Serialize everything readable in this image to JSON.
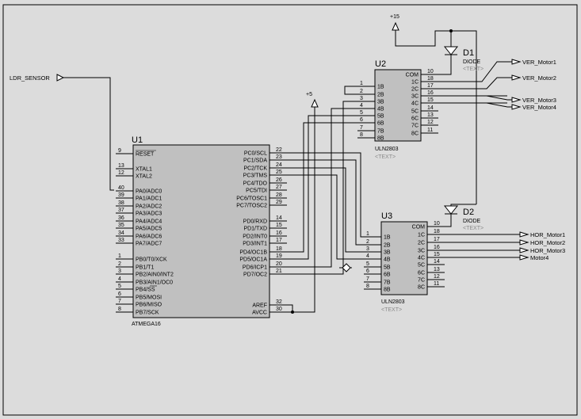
{
  "inputs": {
    "ldr_sensor": "LDR_SENSOR"
  },
  "power": {
    "v15": "+15",
    "v5": "+5"
  },
  "u1": {
    "ref": "U1",
    "part": "ATMEGA16",
    "left_pins": [
      {
        "num": "9",
        "name": "RESET"
      },
      {
        "num": "13",
        "name": "XTAL1"
      },
      {
        "num": "12",
        "name": "XTAL2"
      },
      {
        "num": "40",
        "name": "PA0/ADC0"
      },
      {
        "num": "39",
        "name": "PA1/ADC1"
      },
      {
        "num": "38",
        "name": "PA2/ADC2"
      },
      {
        "num": "37",
        "name": "PA3/ADC3"
      },
      {
        "num": "36",
        "name": "PA4/ADC4"
      },
      {
        "num": "35",
        "name": "PA5/ADC5"
      },
      {
        "num": "34",
        "name": "PA6/ADC6"
      },
      {
        "num": "33",
        "name": "PA7/ADC7"
      },
      {
        "num": "1",
        "name": "PB0/T0/XCK"
      },
      {
        "num": "2",
        "name": "PB1/T1"
      },
      {
        "num": "3",
        "name": "PB2/AIN0/INT2"
      },
      {
        "num": "4",
        "name": "PB3/AIN1/OC0"
      },
      {
        "num": "5",
        "name": "PB4/SS"
      },
      {
        "num": "6",
        "name": "PB5/MOSI"
      },
      {
        "num": "7",
        "name": "PB6/MISO"
      },
      {
        "num": "8",
        "name": "PB7/SCK"
      }
    ],
    "right_pins": [
      {
        "num": "22",
        "name": "PC0/SCL"
      },
      {
        "num": "23",
        "name": "PC1/SDA"
      },
      {
        "num": "24",
        "name": "PC2/TCK"
      },
      {
        "num": "25",
        "name": "PC3/TMS"
      },
      {
        "num": "26",
        "name": "PC4/TDO"
      },
      {
        "num": "27",
        "name": "PC5/TDI"
      },
      {
        "num": "28",
        "name": "PC6/TOSC1"
      },
      {
        "num": "29",
        "name": "PC7/TOSC2"
      },
      {
        "num": "14",
        "name": "PD0/RXD"
      },
      {
        "num": "15",
        "name": "PD1/TXD"
      },
      {
        "num": "16",
        "name": "PD2/INT0"
      },
      {
        "num": "17",
        "name": "PD3/INT1"
      },
      {
        "num": "18",
        "name": "PD4/OC1B"
      },
      {
        "num": "19",
        "name": "PD5/OC1A"
      },
      {
        "num": "20",
        "name": "PD6/ICP1"
      },
      {
        "num": "21",
        "name": "PD7/OC2"
      },
      {
        "num": "32",
        "name": "AREF"
      },
      {
        "num": "30",
        "name": "AVCC"
      }
    ]
  },
  "u2": {
    "ref": "U2",
    "part": "ULN2803",
    "text": "<TEXT>",
    "left_pins": [
      {
        "num": "1",
        "name": "1B"
      },
      {
        "num": "2",
        "name": "2B"
      },
      {
        "num": "3",
        "name": "3B"
      },
      {
        "num": "4",
        "name": "4B"
      },
      {
        "num": "5",
        "name": "5B"
      },
      {
        "num": "6",
        "name": "6B"
      },
      {
        "num": "7",
        "name": "7B"
      },
      {
        "num": "8",
        "name": "8B"
      }
    ],
    "right_pins": [
      {
        "num": "10",
        "name": "COM"
      },
      {
        "num": "18",
        "name": "1C"
      },
      {
        "num": "17",
        "name": "2C"
      },
      {
        "num": "16",
        "name": "3C"
      },
      {
        "num": "15",
        "name": "4C"
      },
      {
        "num": "14",
        "name": "5C"
      },
      {
        "num": "13",
        "name": "6C"
      },
      {
        "num": "12",
        "name": "7C"
      },
      {
        "num": "11",
        "name": "8C"
      }
    ]
  },
  "u3": {
    "ref": "U3",
    "part": "ULN2803",
    "text": "<TEXT>",
    "left_pins": [
      {
        "num": "1",
        "name": "1B"
      },
      {
        "num": "2",
        "name": "2B"
      },
      {
        "num": "3",
        "name": "3B"
      },
      {
        "num": "4",
        "name": "4B"
      },
      {
        "num": "5",
        "name": "5B"
      },
      {
        "num": "6",
        "name": "6B"
      },
      {
        "num": "7",
        "name": "7B"
      },
      {
        "num": "8",
        "name": "8B"
      }
    ],
    "right_pins": [
      {
        "num": "10",
        "name": "COM"
      },
      {
        "num": "18",
        "name": "1C"
      },
      {
        "num": "17",
        "name": "2C"
      },
      {
        "num": "16",
        "name": "3C"
      },
      {
        "num": "15",
        "name": "4C"
      },
      {
        "num": "14",
        "name": "5C"
      },
      {
        "num": "13",
        "name": "6C"
      },
      {
        "num": "12",
        "name": "7C"
      },
      {
        "num": "11",
        "name": "8C"
      }
    ]
  },
  "d1": {
    "ref": "D1",
    "part": "DIODE",
    "text": "<TEXT>"
  },
  "d2": {
    "ref": "D2",
    "part": "DIODE",
    "text": "<TEXT>"
  },
  "outputs": {
    "ver1": "VER_Motor1",
    "ver2": "VER_Motor2",
    "ver3": "VER_Motor3",
    "ver4": "VER_Motor4",
    "hor1": "HOR_Motor1",
    "hor2": "HOR_Motor2",
    "hor3": "HOR_Motor3",
    "motor4": "Motor4"
  },
  "colors": {
    "background": "#dcdcdc",
    "chip_fill": "#c0c0c0",
    "line": "#000000",
    "placeholder_text": "#8a8a8a"
  }
}
